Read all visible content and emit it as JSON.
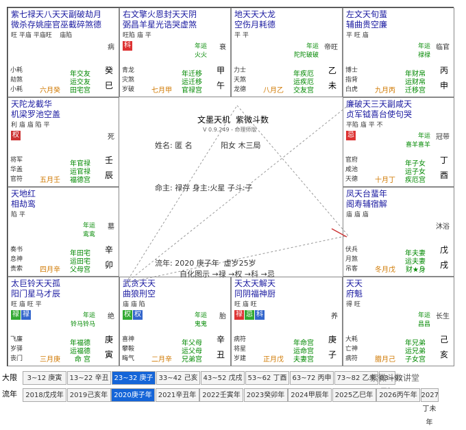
{
  "center": {
    "app_title": "文墨天机",
    "app_sub": "紫微斗数",
    "version": "V 0.9.249 - 命理师版",
    "name_line": "姓名: 匿 名",
    "yinyang": "阳女 木三局",
    "ming_line": "命主: 禄存 身主:火星 子斗:子",
    "flow_line": "流年: 2020 庚子年  虚岁25岁",
    "legend_line": "自化图示 →禄 →权 →科 →忌"
  },
  "cells": [
    {
      "id": "si",
      "stars": "紫七禄天八天天副破劫月\n微杀存姚座官巫截碎煞德",
      "bright": "旺 平庙 平庙旺    庙陷",
      "sihua": [],
      "minor": "",
      "gods": "小耗\n劫煞\n小耗",
      "age": "六月癸",
      "palace": "年交友\n运交友\n田宅宫",
      "gz": "癸\n巳",
      "life": "病"
    },
    {
      "id": "wu",
      "stars": "右文擎火恩封天天阴\n弼昌羊星光诰哭虚煞",
      "bright": "旺陷 庙 平",
      "sihua": [
        {
          "t": "科",
          "c": "#d33"
        }
      ],
      "minor": "年运\n火火",
      "gods": "青龙\n灾煞\n岁破",
      "age": "七月甲",
      "palace": "年迁移\n运迁移\n官禄宫",
      "gz": "甲\n午",
      "life": "衰"
    },
    {
      "id": "wei",
      "stars": "地天天大龙\n空伤月耗德",
      "bright": "平 平",
      "sihua": [],
      "minor": "年运\n陀陀破破",
      "gods": "力士\n天煞\n龙德",
      "age": "八月乙",
      "palace": "年疾厄\n运疾厄\n交友宫",
      "gz": "乙\n未",
      "life": "帝旺"
    },
    {
      "id": "shen",
      "stars": "左文天旬蜚\n辅曲贵空廉",
      "bright": "平 旺 庙",
      "sihua": [],
      "minor": "年运\n禄禄",
      "gods": "博士\n指背\n白虎",
      "age": "九月丙",
      "palace": "年财帛\n运财帛\n迁移宫",
      "gz": "丙\n申",
      "life": "临官"
    },
    {
      "id": "chen",
      "stars": "天陀龙截华\n机梁罗池空盖",
      "bright": "利 庙 庙 陷 平",
      "sihua": [
        {
          "t": "权",
          "c": "#c33"
        }
      ],
      "minor": "",
      "gods": "将军\n华盖\n官符",
      "age": "五月壬",
      "palace": "年官禄\n运官禄\n福德宫",
      "gz": "壬\n辰",
      "life": "死"
    },
    {
      "id": "you",
      "stars": "廉破天三天副咸天\n贞军钺喜台使句哭",
      "bright": "平陷 庙 平 不",
      "sihua": [
        {
          "t": "忌",
          "c": "#d33"
        }
      ],
      "minor": "年运\n喜羊喜羊",
      "gods": "官府\n咸池\n天德",
      "age": "十月丁",
      "palace": "年子女\n运子女\n疾厄宫",
      "gz": "丁\n酉",
      "life": "冠带"
    },
    {
      "id": "mao",
      "stars": "天地红\n相劫鸾",
      "bright": "陷 平",
      "sihua": [],
      "minor": "年运\n鸾鸾",
      "gods": "奏书\n息神\n贵索",
      "age": "四月辛",
      "palace": "年田宅\n运田宅\n父母宫",
      "gz": "辛\n卯",
      "life": "墓"
    },
    {
      "id": "xu",
      "stars": "凤天台蜚年\n阁寿辅宿解",
      "bright": "庙 庙 庙",
      "sihua": [],
      "minor": "",
      "gods": "伏兵\n月煞\n吊客",
      "age": "冬月戊",
      "palace": "年夫妻\n运夫妻\n财★身",
      "gz": "戊\n戌",
      "life": "沐浴"
    },
    {
      "id": "yin",
      "stars": "太巨铃天天孤\n阳门星马才辰",
      "bright": "旺 庙 旺 平",
      "sihua": [
        {
          "t": "禄",
          "c": "#3a3"
        },
        {
          "t": "禄",
          "c": "#36c"
        }
      ],
      "minor": "年运\n铃马铃马",
      "gods": "飞廉\n岁驿\n丧门",
      "age": "三月庚",
      "palace": "年福德\n运福德\n命 宫",
      "gz": "庚\n寅",
      "life": "绝"
    },
    {
      "id": "chou",
      "stars": "武贪天天\n曲狼刑空",
      "bright": "庙 庙 陷",
      "sihua": [
        {
          "t": "权",
          "c": "#3a3"
        },
        {
          "t": "权",
          "c": "#36c"
        }
      ],
      "minor": "年运\n鬼鬼",
      "gods": "喜神\n攀鞍\n晦气",
      "age": "二月辛",
      "palace": "年父母\n运父母\n兄弟宫",
      "gz": "辛\n丑",
      "life": "胎"
    },
    {
      "id": "zi",
      "stars": "天太天解天\n同阴福神厨",
      "bright": "旺 庙 旺",
      "sihua": [
        {
          "t": "禄",
          "c": "#d33"
        },
        {
          "t": "忌",
          "c": "#3a3"
        },
        {
          "t": "科",
          "c": "#36c"
        }
      ],
      "minor": "",
      "gods": "病符\n将星\n岁建",
      "age": "正月戊",
      "palace": "年命宫\n运命宫\n夫妻宫",
      "gz": "庚\n子",
      "life": "养"
    },
    {
      "id": "hai",
      "stars": "天天\n府魁",
      "bright": "得 旺",
      "sihua": [],
      "minor": "年运\n昌昌",
      "gods": "大耗\n亡神\n病符",
      "age": "腊月己",
      "palace": "年兄弟\n运兄弟\n子女宫",
      "gz": "己\n亥",
      "life": "长生"
    }
  ],
  "bottom": {
    "row1_label": "大限",
    "row2_label": "流年",
    "decades": [
      "3~12 庚寅",
      "13~22 辛丑",
      "23~32 庚子",
      "33~42 己亥",
      "43~52 戊戌",
      "53~62 丁酉",
      "63~72 丙申",
      "73~82 乙未",
      "83~92 甲午"
    ],
    "years": [
      "2018戊戌年",
      "2019己亥年",
      "2020庚子年",
      "2021辛丑年",
      "2022壬寅年",
      "2023癸卯年",
      "2024甲辰年",
      "2025乙巳年",
      "2026丙午年",
      "2027丁未年"
    ],
    "selected_decade": 2,
    "selected_year": 2,
    "watermark": "紫微斗数讲堂"
  }
}
